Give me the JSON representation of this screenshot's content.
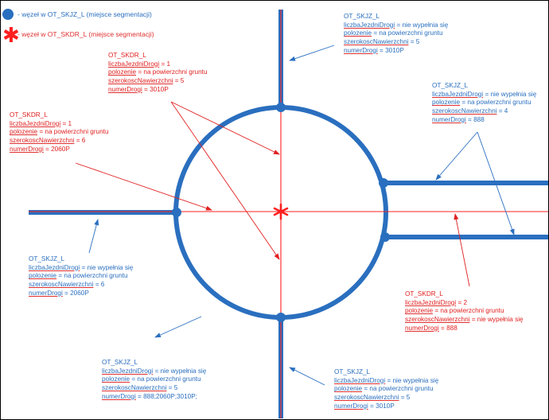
{
  "legend": {
    "node_label": "- węzeł w OT_SKJZ_L (miejsce segmentacji)",
    "segment_label": "- węzeł w OT_SKDR_L (miejsce segmentacji)"
  },
  "colors": {
    "road_blue": "#2a6fbf",
    "road_red": "#ff2020"
  },
  "labels": [
    {
      "id": "skjz-top-right",
      "kind": "blue",
      "title": "OT_SKJZ_L",
      "rows": [
        {
          "key": "liczbaJezdniDrogi",
          "value": " = nie wypełnia się"
        },
        {
          "key": "polozenie",
          "value": " = na powierzchni gruntu"
        },
        {
          "key": "szerokoscNawierzchni",
          "value": " = 5"
        },
        {
          "key": "numerDrogi",
          "value": " = 3010P"
        }
      ]
    },
    {
      "id": "skdr-top-center",
      "kind": "red",
      "title": "OT_SKDR_L",
      "rows": [
        {
          "key": "liczbaJezdniDrogi",
          "value": " = 1"
        },
        {
          "key": "polozenie",
          "value": " = na powierzchni gruntu"
        },
        {
          "key": "szerokoscNawierzchni",
          "value": " = 5"
        },
        {
          "key": "numerDrogi",
          "value": " = 3010P"
        }
      ]
    },
    {
      "id": "skjz-right",
      "kind": "blue",
      "title": "OT_SKJZ_L",
      "rows": [
        {
          "key": "liczbaJezdniDrogi",
          "value": " = nie wypełnia się"
        },
        {
          "key": "polozenie",
          "value": " = na powierzchni gruntu"
        },
        {
          "key": "szerokoscNawierzchni",
          "value": " = 4"
        },
        {
          "key": "numerDrogi",
          "value": " = 888"
        }
      ]
    },
    {
      "id": "skdr-left",
      "kind": "red",
      "title": "OT_SKDR_L",
      "rows": [
        {
          "key": "liczbaJezdniDrogi",
          "value": " = 1"
        },
        {
          "key": "polozenie",
          "value": " = na powierzchni gruntu"
        },
        {
          "key": "szerokoscNawierzchni",
          "value": " = 6"
        },
        {
          "key": "numerDrogi",
          "value": " = 2060P"
        }
      ]
    },
    {
      "id": "skjz-left",
      "kind": "blue",
      "title": "OT_SKJZ_L",
      "rows": [
        {
          "key": "liczbaJezdniDrogi",
          "value": " = nie wypełnia się"
        },
        {
          "key": "polozenie",
          "value": " = na powierzchni gruntu"
        },
        {
          "key": "szerokoscNawierzchni",
          "value": " = 6"
        },
        {
          "key": "numerDrogi",
          "value": " = 2060P"
        }
      ]
    },
    {
      "id": "skdr-right",
      "kind": "red",
      "title": "OT_SKDR_L",
      "rows": [
        {
          "key": "liczbaJezdniDrogi",
          "value": " = 2"
        },
        {
          "key": "polozenie",
          "value": " = na powierzchni gruntu"
        },
        {
          "key": "szerokoscNawierzchni",
          "value": " = nie wypełnia się"
        },
        {
          "key": "numerDrogi",
          "value": " = 888"
        }
      ]
    },
    {
      "id": "skjz-bottom-left",
      "kind": "blue",
      "title": "OT_SKJZ_L",
      "rows": [
        {
          "key": "liczbaJezdniDrogi",
          "value": " = nie wypełnia się"
        },
        {
          "key": "polozenie",
          "value": " = na powierzchni gruntu"
        },
        {
          "key": "szerokoscNawierzchni",
          "value": " = 5"
        },
        {
          "key": "numerDrogi",
          "value": " = 888;2060P;3010P;"
        }
      ]
    },
    {
      "id": "skjz-bottom-right",
      "kind": "blue",
      "title": "OT_SKJZ_L",
      "rows": [
        {
          "key": "liczbaJezdniDrogi",
          "value": " = nie wypełnia się"
        },
        {
          "key": "polozenie",
          "value": " = na powierzchni gruntu"
        },
        {
          "key": "szerokoscNawierzchni",
          "value": " = 5"
        },
        {
          "key": "numerDrogi",
          "value": " = 3010P"
        }
      ]
    }
  ]
}
